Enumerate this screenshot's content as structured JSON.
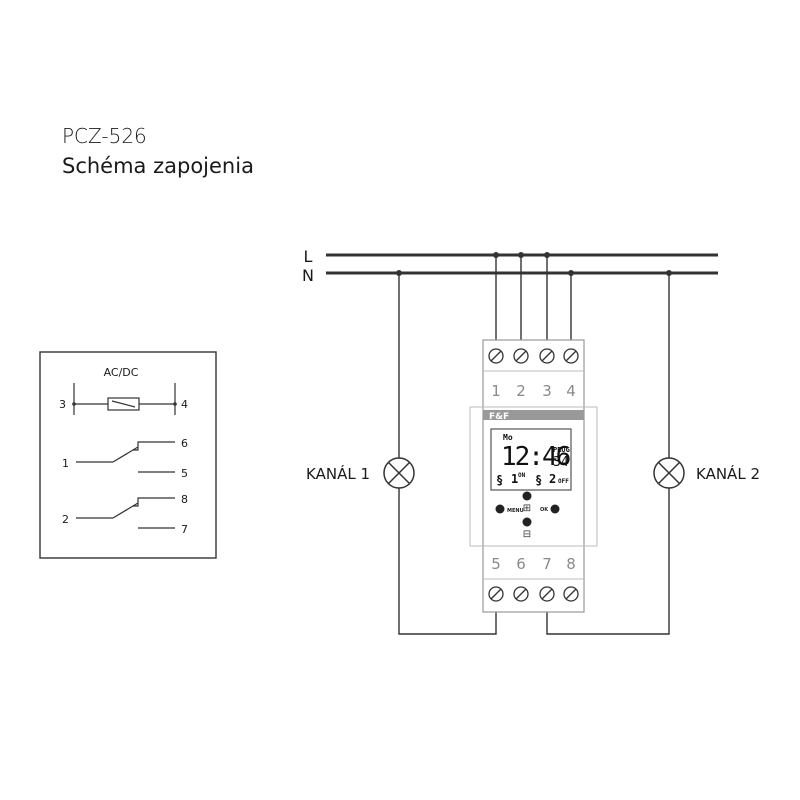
{
  "header": {
    "model": "PCZ-526",
    "subtitle": "Schéma zapojenia"
  },
  "lines": {
    "live": "L",
    "neutral": "N"
  },
  "channels": {
    "ch1": "KANÁL 1",
    "ch2": "KANÁL 2"
  },
  "device": {
    "brand": "F&F",
    "top_terminals": [
      "1",
      "2",
      "3",
      "4"
    ],
    "bottom_terminals": [
      "5",
      "6",
      "7",
      "8"
    ],
    "display": {
      "day": "Mo",
      "time": "12:46",
      "prog": "PROG",
      "seconds": "34",
      "ch1_num": "1",
      "ch1_state": "ON",
      "ch2_num": "2",
      "ch2_state": "OFF"
    },
    "buttons": {
      "menu": "MENU",
      "ok": "OK",
      "plus": "⊞",
      "minus": "⊟"
    }
  },
  "schematic": {
    "supply_label": "AC/DC",
    "supply_terminals": [
      "3",
      "4"
    ],
    "relay1": {
      "common": "1",
      "no": "6",
      "nc": "5"
    },
    "relay2": {
      "common": "2",
      "no": "8",
      "nc": "7"
    }
  }
}
